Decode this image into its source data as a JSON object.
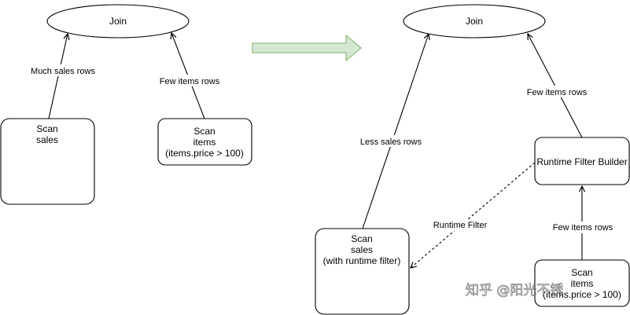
{
  "left_plan": {
    "join": {
      "label": "Join"
    },
    "scan_sales": {
      "lines": [
        "Scan",
        "sales"
      ]
    },
    "scan_items": {
      "lines": [
        "Scan",
        "items",
        "(items.price > 100)"
      ]
    },
    "edges": {
      "sales_to_join": "Much sales rows",
      "items_to_join": "Few items rows"
    }
  },
  "transition_arrow": {
    "color": "#d5e8d4",
    "stroke": "#82b366"
  },
  "right_plan": {
    "join": {
      "label": "Join"
    },
    "scan_sales": {
      "lines": [
        "Scan",
        "sales",
        "(with runtime filter)"
      ]
    },
    "runtime_filter_builder": {
      "label": "Runtime Filter Builder"
    },
    "scan_items": {
      "lines": [
        "Scan",
        "items",
        "(items.price > 100)"
      ]
    },
    "edges": {
      "sales_to_join": "Less sales rows",
      "builder_to_join": "Few items rows",
      "items_to_builder": "Few items rows",
      "runtime_filter": "Runtime Filter"
    }
  },
  "watermark": {
    "text": "知乎 @阳光不锈"
  }
}
